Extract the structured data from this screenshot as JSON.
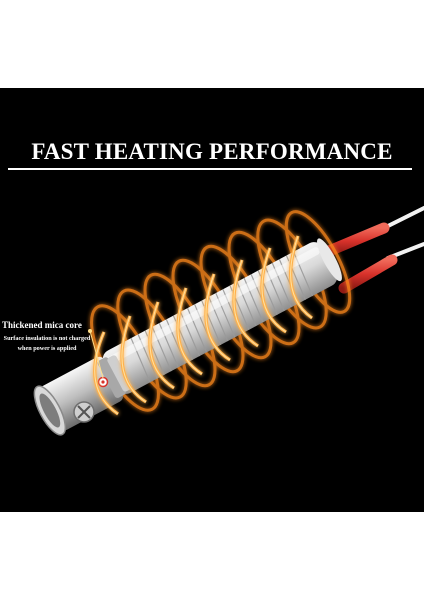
{
  "headline": "FAST HEATING PERFORMANCE",
  "callout": {
    "title": "Thickened mica core",
    "note": "Surface insulation is not charged when power is applied"
  },
  "colors": {
    "panel_background": "#000000",
    "page_background": "#ffffff",
    "heat_glow": "#ff8a1f",
    "heat_core": "#ffd27a",
    "wire_sleeve": "#d8322b",
    "callout_line": "#ffe08a"
  }
}
